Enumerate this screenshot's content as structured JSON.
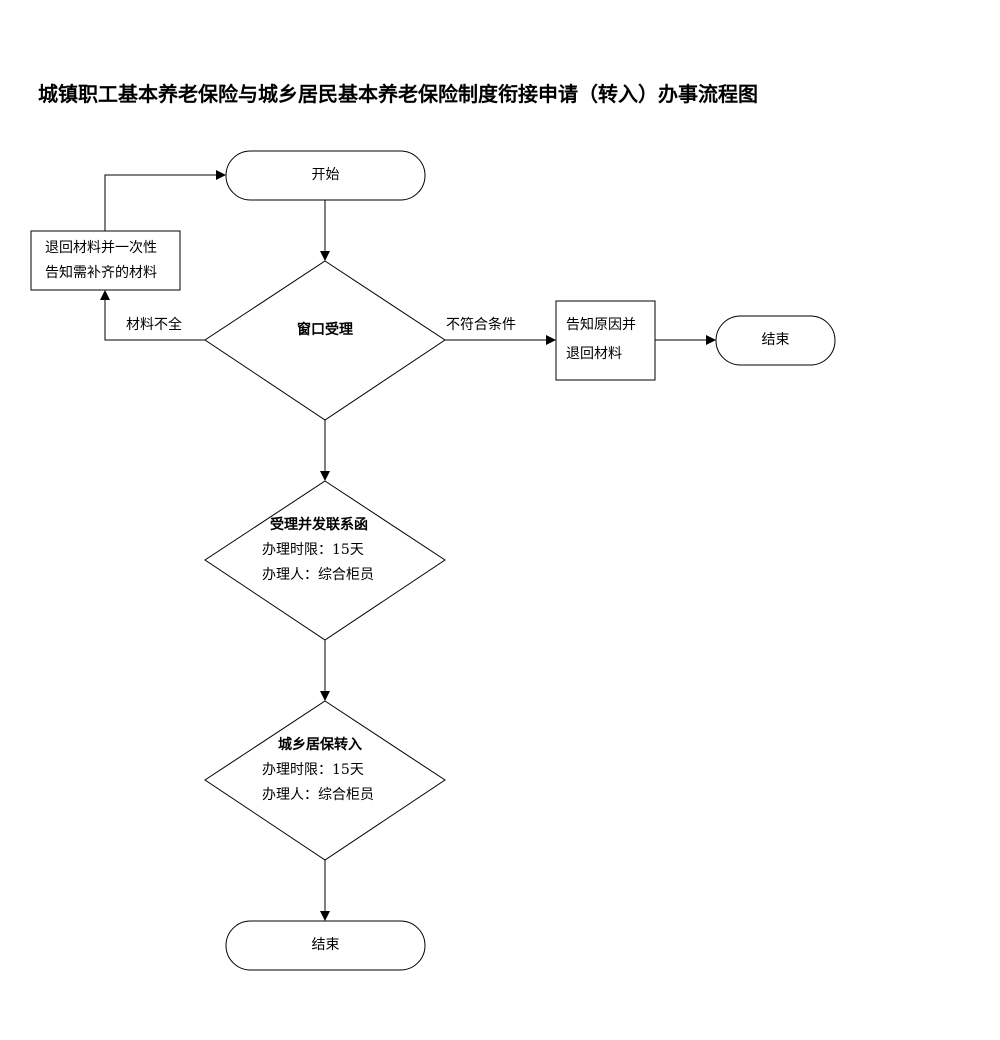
{
  "title": "城镇职工基本养老保险与城乡居民基本养老保险制度衔接申请（转入）办事流程图",
  "nodes": {
    "start": "开始",
    "return_box_line1": "退回材料并一次性",
    "return_box_line2": "告知需补齐的材料",
    "window_accept": "窗口受理",
    "notify_box_line1": "告知原因并",
    "notify_box_line2": "退回材料",
    "end_right": "结束",
    "step1_title": "受理并发联系函",
    "step1_time": "办理时限：15天",
    "step1_person": "办理人：综合柜员",
    "step2_title": "城乡居保转入",
    "step2_time": "办理时限：15天",
    "step2_person": "办理人：综合柜员",
    "end_bottom": "结束"
  },
  "edges": {
    "incomplete_label": "材料不全",
    "nonconform_label": "不符合条件"
  }
}
